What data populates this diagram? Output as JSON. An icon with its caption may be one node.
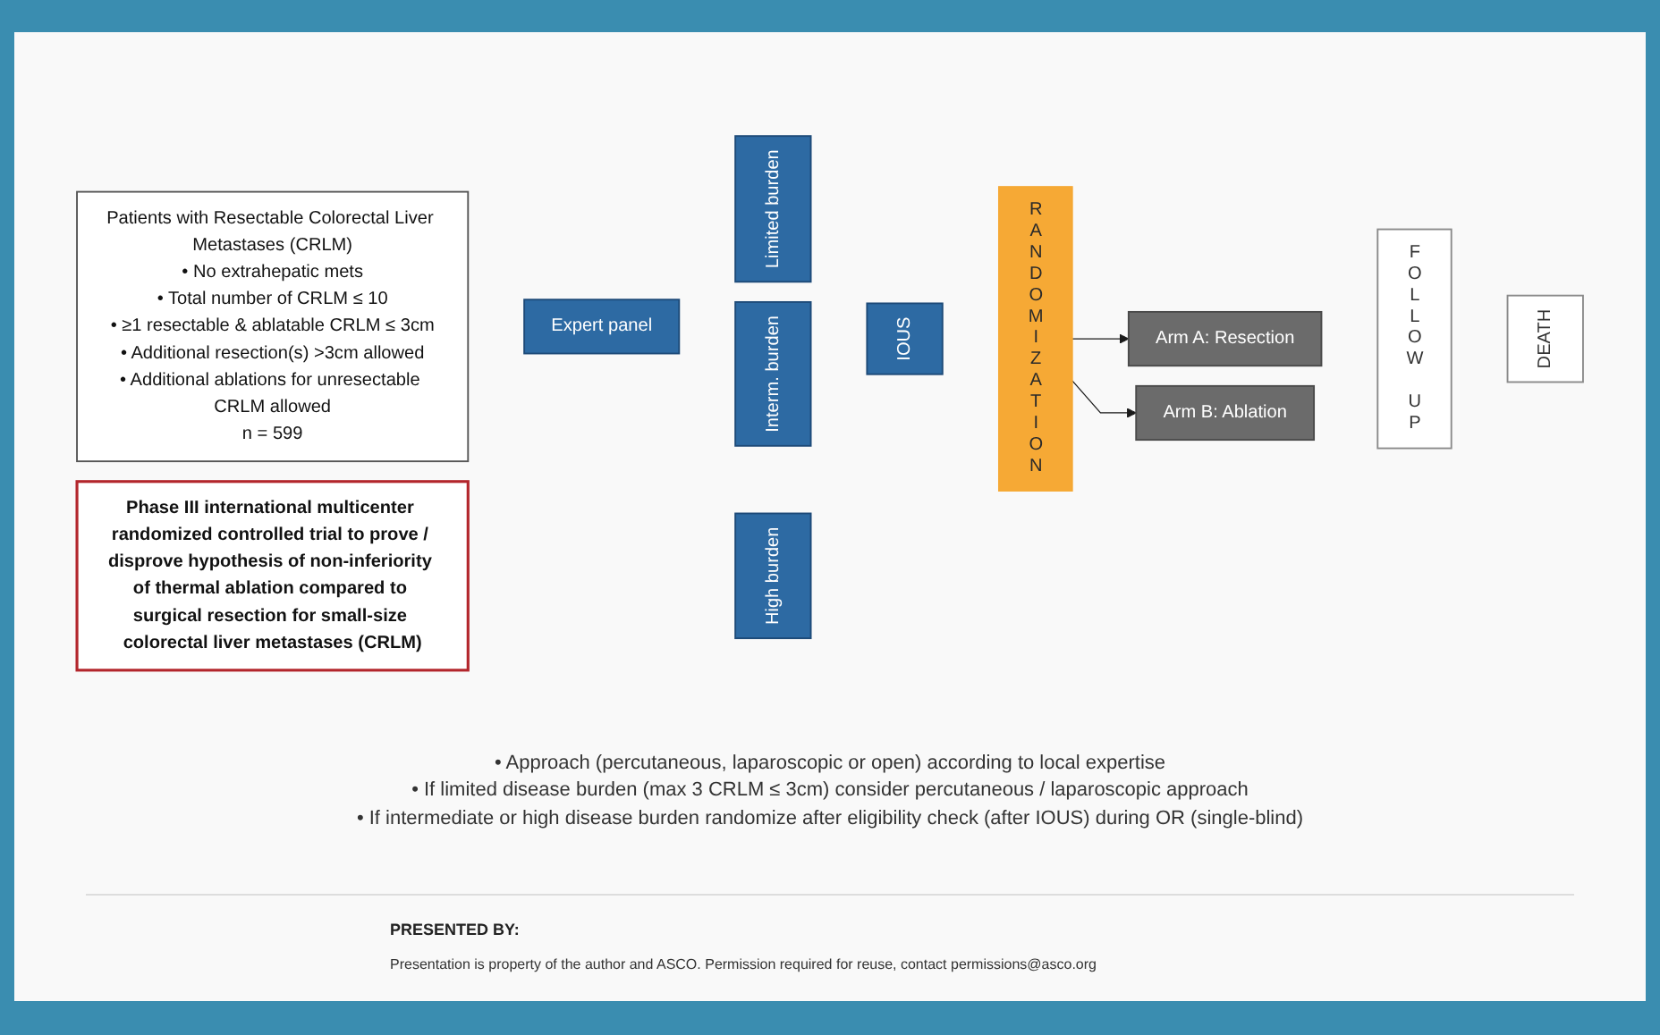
{
  "diagram": {
    "nodes": [
      {
        "text": [
          "Patients with Resectable Colorectal Liver Metastases (CRLM)",
          "• No extrahepatic mets",
          "• Total number of CRLM ≤ 10",
          "• ≥1 resectable & ablatable CRLM ≤ 3cm",
          "• Additional resection(s) >3cm allowed",
          "• Additional ablations for unresectable CRLM allowed",
          "n = 599"
        ]
      },
      {
        "text": [
          "Expert panel"
        ]
      },
      {
        "text": [
          "Limited burden"
        ]
      },
      {
        "text": [
          "Interm. burden"
        ]
      },
      {
        "text": [
          "High burden"
        ]
      },
      {
        "text": [
          "IOUS"
        ]
      },
      {
        "text": [
          "RANDOMIZATION"
        ]
      },
      {
        "text": [
          "Arm A: Resection"
        ]
      },
      {
        "text": [
          "Arm B: Ablation"
        ]
      },
      {
        "text": [
          "FOLLOW UP"
        ]
      },
      {
        "text": [
          "DEATH"
        ]
      },
      {
        "text": [
          "Phase III international multicenter randomized controlled trial to prove / disprove hypothesis of non-inferiority of thermal ablation compared to surgical resection for small-size colorectal liver metastases (CRLM)"
        ]
      }
    ],
    "edges": [
      {
        "from": 6,
        "to": 7,
        "arrow": "to"
      },
      {
        "from": 6,
        "to": 8,
        "arrow": "to"
      }
    ],
    "labels": [
      "• Approach (percutaneous, laparoscopic or open) according to local expertise",
      "• If limited disease burden (max 3 CRLM ≤ 3cm) consider percutaneous / laparoscopic approach",
      "• If intermediate or high disease burden randomize after eligibility check (after IOUS) during OR (single-blind)",
      "PRESENTED BY:",
      "Presentation is property of the author and ASCO. Permission required for reuse, contact permissions@asco.org"
    ]
  }
}
